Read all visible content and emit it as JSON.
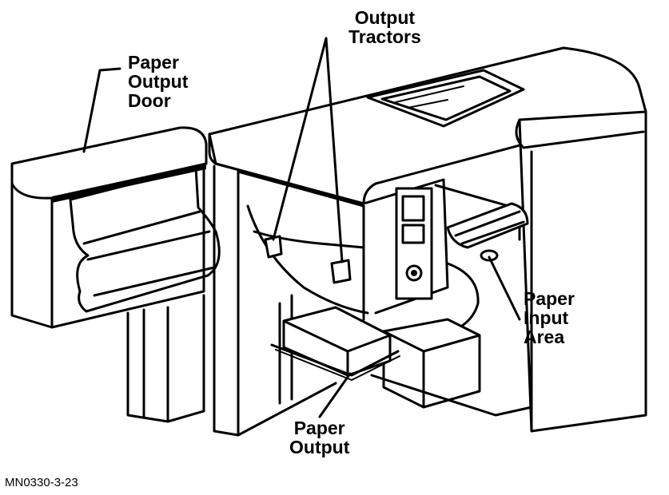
{
  "labels": {
    "paper_output_door": [
      "Paper",
      "Output",
      "Door"
    ],
    "output_tractors": [
      "Output",
      "Tractors"
    ],
    "paper_input_area": [
      "Paper",
      "Input",
      "Area"
    ],
    "paper_output": [
      "Paper",
      "Output"
    ]
  },
  "figure_id": "MN0330-3-23"
}
